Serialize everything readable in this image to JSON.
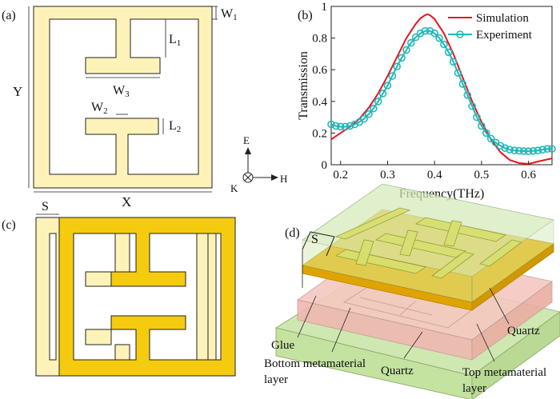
{
  "panels": {
    "a": {
      "label": "(a)",
      "dims": {
        "W1": "W",
        "W1_sub": "1",
        "L1": "L",
        "L1_sub": "1",
        "W3": "W",
        "W3_sub": "3",
        "W2": "W",
        "W2_sub": "2",
        "L2": "L",
        "L2_sub": "2",
        "Y": "Y",
        "X": "X"
      },
      "axes": {
        "E": "E",
        "H": "H",
        "K": "K"
      },
      "colors": {
        "metal": "#fdf3b8",
        "outline": "#222222"
      }
    },
    "b": {
      "label": "(b)"
    },
    "c": {
      "label": "(c)",
      "S": "S",
      "colors": {
        "top": "#f5cb10",
        "bottom": "#fdf3b8"
      }
    },
    "d": {
      "label": "(d)",
      "S": "S",
      "labels": {
        "glue": "Glue",
        "bottom1": "Bottom metamaterial",
        "bottom2": "layer",
        "quartz_bottom": "Quartz",
        "quartz_top": "Quartz",
        "top1": "Top metamaterial",
        "top2": "layer"
      },
      "colors": {
        "quartz": "#cfe7b0",
        "glue": "#f4c8c0",
        "top_metal": "#f0b400",
        "pattern": "#d8e070"
      }
    }
  },
  "chart_data": {
    "type": "line",
    "xlabel": "Frequency(THz)",
    "ylabel": "Transmission",
    "xlim": [
      0.18,
      0.65
    ],
    "ylim": [
      0,
      1
    ],
    "xticks": [
      "0.2",
      "0.3",
      "0.4",
      "0.5",
      "0.6"
    ],
    "yticks": [
      "0",
      "0.2",
      "0.4",
      "0.6",
      "0.8",
      "1"
    ],
    "legend_position": "top-right",
    "series": [
      {
        "name": "Simulation",
        "color": "#e8141e",
        "marker": "none",
        "x": [
          0.18,
          0.2,
          0.22,
          0.24,
          0.26,
          0.28,
          0.3,
          0.32,
          0.34,
          0.36,
          0.37,
          0.38,
          0.385,
          0.39,
          0.4,
          0.42,
          0.44,
          0.46,
          0.48,
          0.5,
          0.52,
          0.54,
          0.56,
          0.58,
          0.6,
          0.62,
          0.65
        ],
        "y": [
          0.16,
          0.2,
          0.24,
          0.29,
          0.36,
          0.45,
          0.56,
          0.68,
          0.8,
          0.89,
          0.925,
          0.945,
          0.95,
          0.945,
          0.92,
          0.83,
          0.7,
          0.55,
          0.4,
          0.27,
          0.16,
          0.08,
          0.03,
          0.01,
          0.005,
          0.02,
          0.04
        ]
      },
      {
        "name": "Experiment",
        "color": "#20b8b8",
        "marker": "circle",
        "x": [
          0.18,
          0.19,
          0.2,
          0.21,
          0.22,
          0.23,
          0.24,
          0.25,
          0.26,
          0.27,
          0.28,
          0.29,
          0.3,
          0.31,
          0.32,
          0.33,
          0.34,
          0.35,
          0.36,
          0.37,
          0.38,
          0.39,
          0.4,
          0.41,
          0.42,
          0.43,
          0.44,
          0.45,
          0.46,
          0.47,
          0.48,
          0.49,
          0.5,
          0.51,
          0.52,
          0.53,
          0.54,
          0.55,
          0.56,
          0.57,
          0.58,
          0.59,
          0.6,
          0.61,
          0.62,
          0.63,
          0.64,
          0.65
        ],
        "y": [
          0.255,
          0.245,
          0.24,
          0.24,
          0.245,
          0.255,
          0.27,
          0.29,
          0.32,
          0.355,
          0.4,
          0.45,
          0.5,
          0.56,
          0.62,
          0.675,
          0.725,
          0.77,
          0.805,
          0.83,
          0.845,
          0.845,
          0.83,
          0.8,
          0.76,
          0.71,
          0.65,
          0.58,
          0.51,
          0.44,
          0.37,
          0.3,
          0.245,
          0.2,
          0.165,
          0.14,
          0.12,
          0.105,
          0.095,
          0.09,
          0.088,
          0.086,
          0.085,
          0.087,
          0.09,
          0.095,
          0.1,
          0.1
        ]
      }
    ]
  }
}
